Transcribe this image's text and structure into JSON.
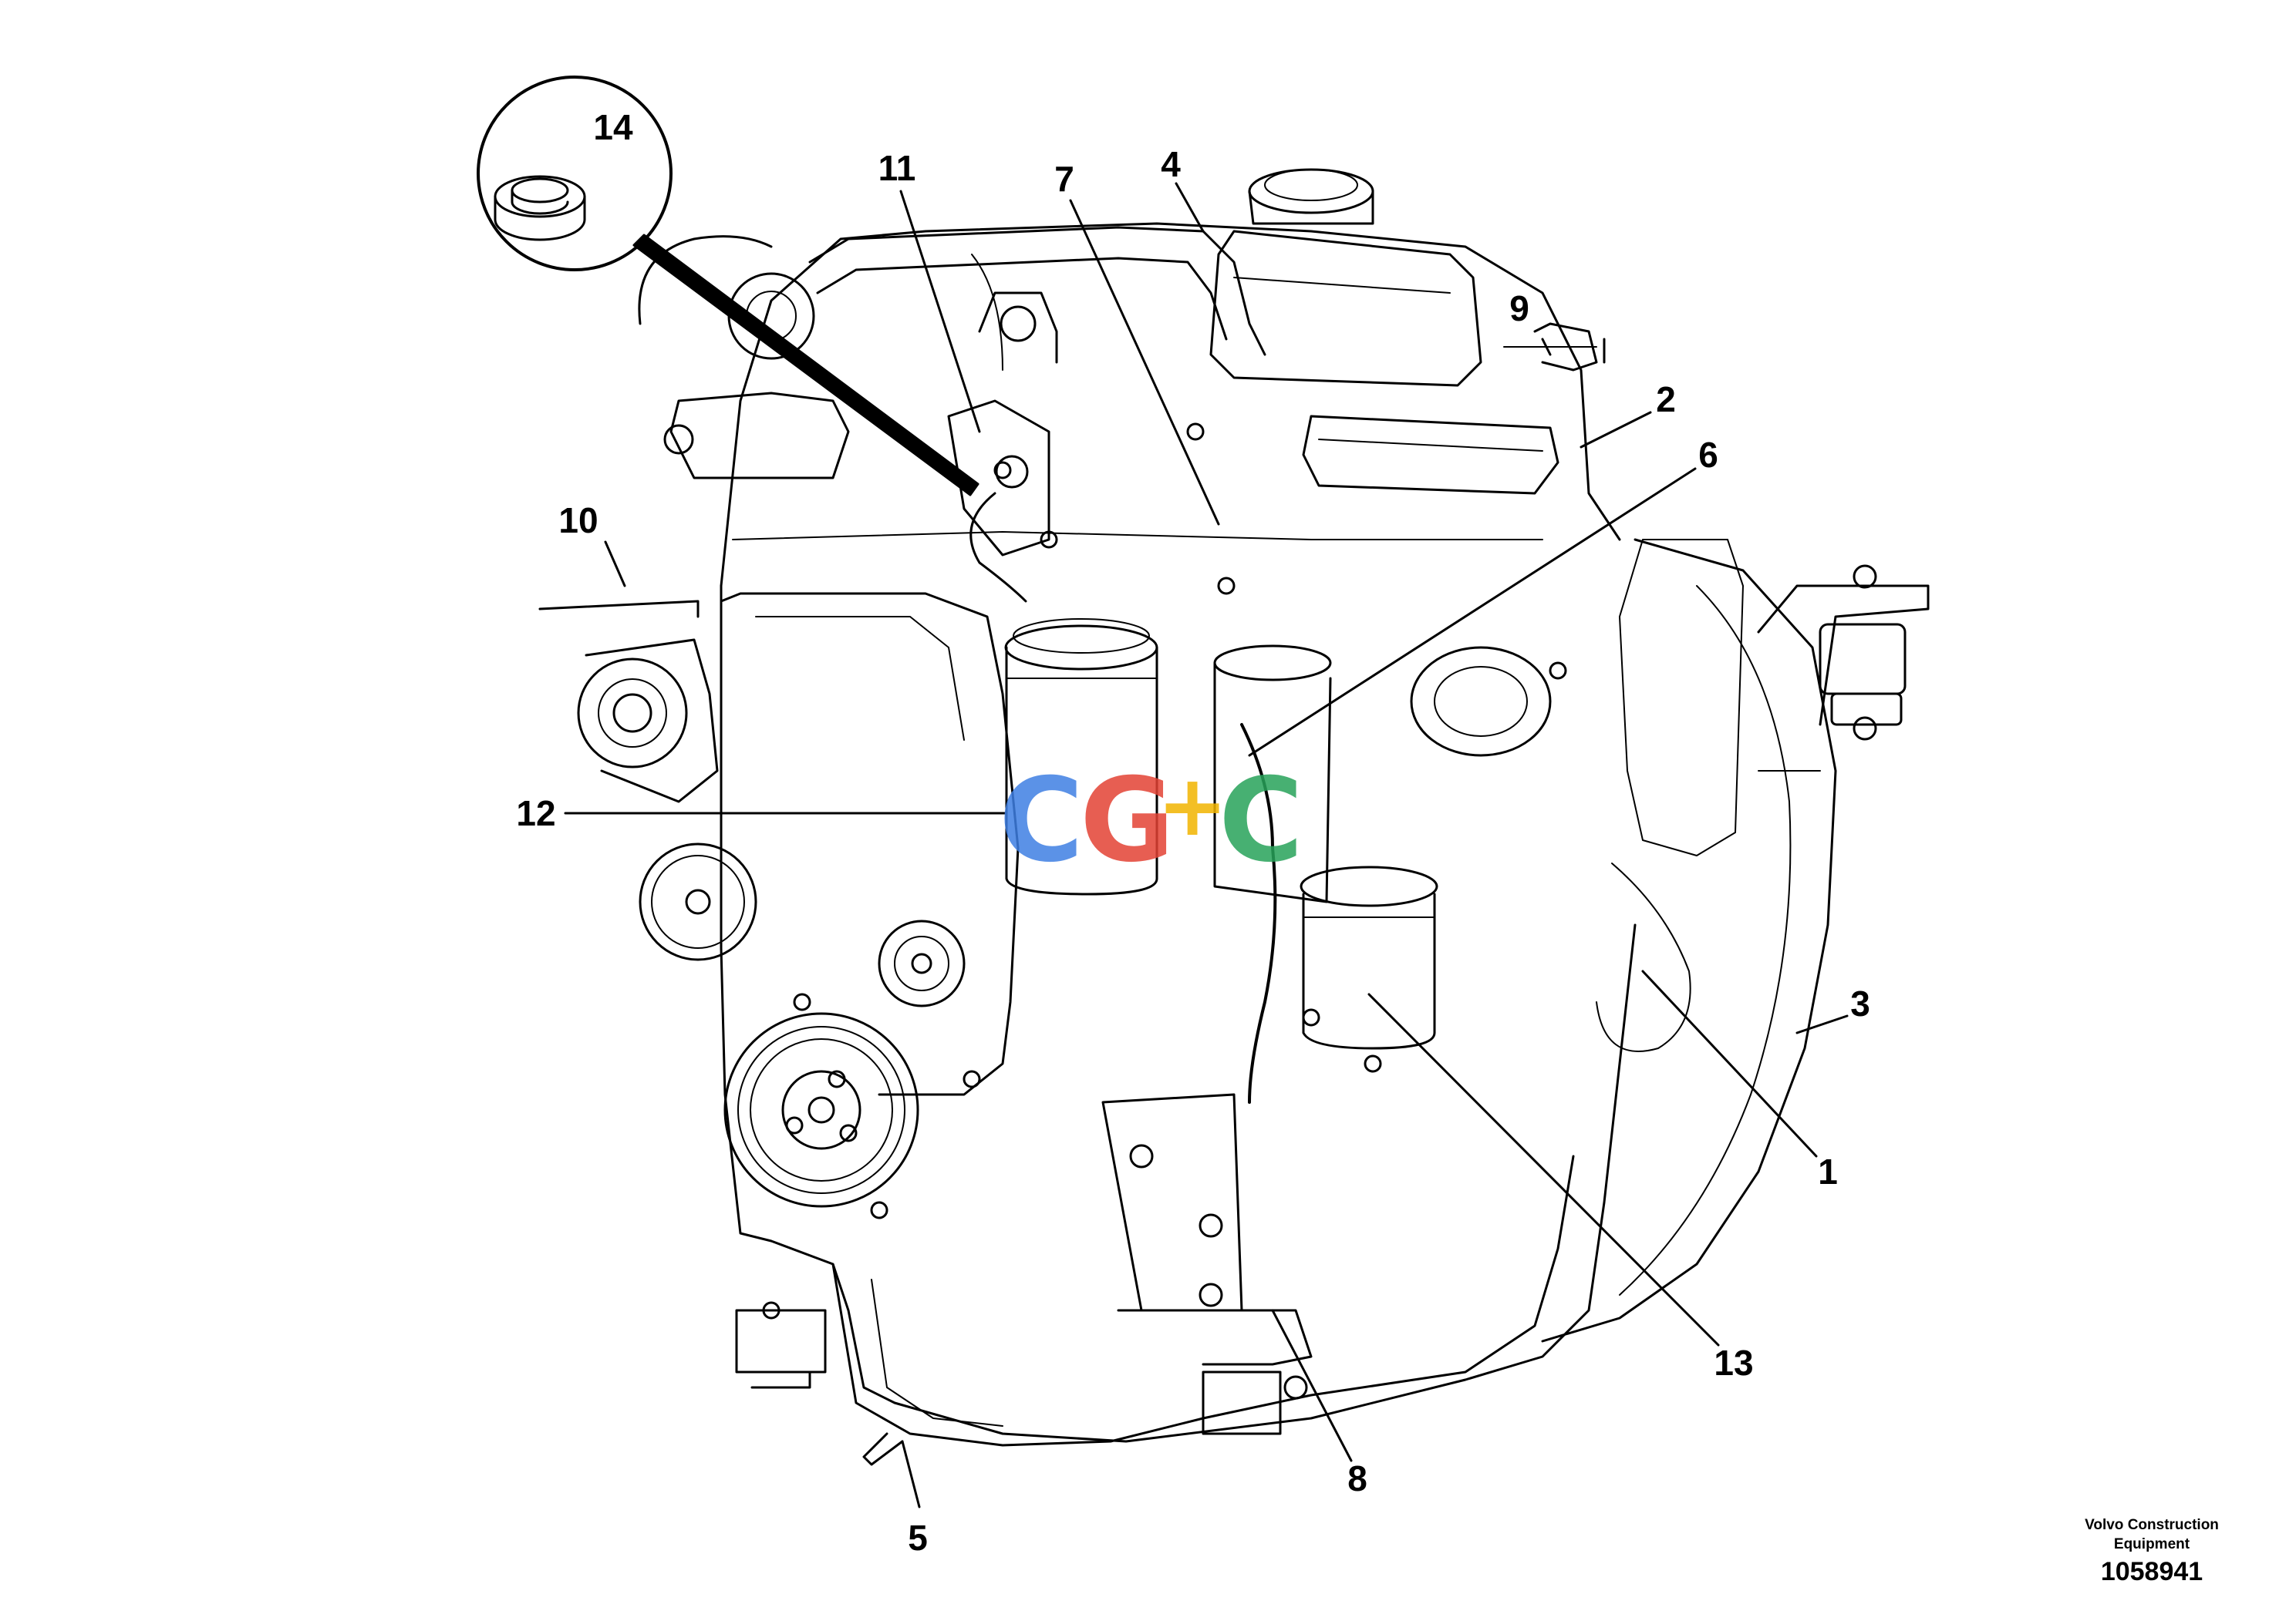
{
  "callouts": [
    {
      "id": "1",
      "label": "1"
    },
    {
      "id": "2",
      "label": "2"
    },
    {
      "id": "3",
      "label": "3"
    },
    {
      "id": "4",
      "label": "4"
    },
    {
      "id": "5",
      "label": "5"
    },
    {
      "id": "6",
      "label": "6"
    },
    {
      "id": "7",
      "label": "7"
    },
    {
      "id": "8",
      "label": "8"
    },
    {
      "id": "9",
      "label": "9"
    },
    {
      "id": "10",
      "label": "10"
    },
    {
      "id": "11",
      "label": "11"
    },
    {
      "id": "12",
      "label": "12"
    },
    {
      "id": "13",
      "label": "13"
    },
    {
      "id": "14",
      "label": "14"
    }
  ],
  "brand": {
    "line1": "Volvo Construction",
    "line2": "Equipment",
    "figure_number": "1058941"
  },
  "watermark": {
    "letters": [
      "C",
      "G",
      "+",
      "C"
    ],
    "colors": [
      "#3f7fe3",
      "#e34234",
      "#f2b400",
      "#27a35a"
    ]
  }
}
